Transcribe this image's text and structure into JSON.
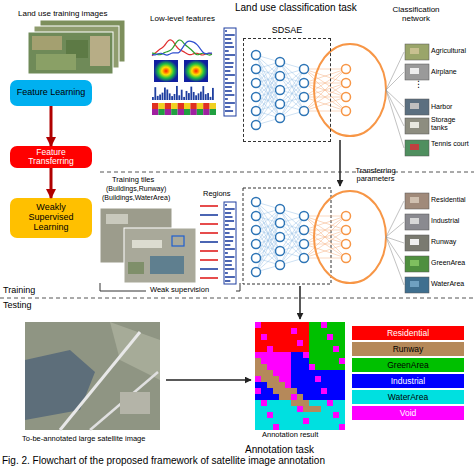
{
  "diagram": {
    "caption": "Fig. 2. Flowchart of the proposed framework of satellite image annotation",
    "nodes": [
      {
        "text": [
          "Feature Learning"
        ]
      },
      {
        "text": [
          "Feature Transferring"
        ]
      },
      {
        "text": [
          "Weakly Supervised Learning"
        ]
      },
      {
        "text": [
          "SDSAE"
        ]
      }
    ],
    "edges": [
      {
        "from": 0,
        "to": 1,
        "arrow": "to"
      },
      {
        "from": 1,
        "to": 2,
        "arrow": "to"
      }
    ],
    "labels": [
      "Land use classification task",
      "Land use training images",
      "Low-level features",
      "Classification network",
      "Agricultural",
      "Airplane",
      "⋮",
      "Harbor",
      "Storage tanks",
      "Tennis court",
      "Transferring parameters",
      "Training tiles",
      "(Buildings,Runway)",
      "(Buildings,WaterArea)",
      "Regions",
      "Residential",
      "Industrial",
      "Runway",
      "GreenArea",
      "WaterArea",
      "Weak supervision",
      "Training",
      "Testing",
      "To-be-annotated large satellite image",
      "Annotation task",
      "Annotation result"
    ],
    "legend": [
      {
        "text": "Residential",
        "color": "#ff0000"
      },
      {
        "text": "Runway",
        "color": "#b5895a"
      },
      {
        "text": "GreenArea",
        "color": "#00c000"
      },
      {
        "text": "Industrial",
        "color": "#0000ff"
      },
      {
        "text": "WaterArea",
        "color": "#00e0e0"
      },
      {
        "text": "Void",
        "color": "#ff00ff"
      }
    ]
  }
}
